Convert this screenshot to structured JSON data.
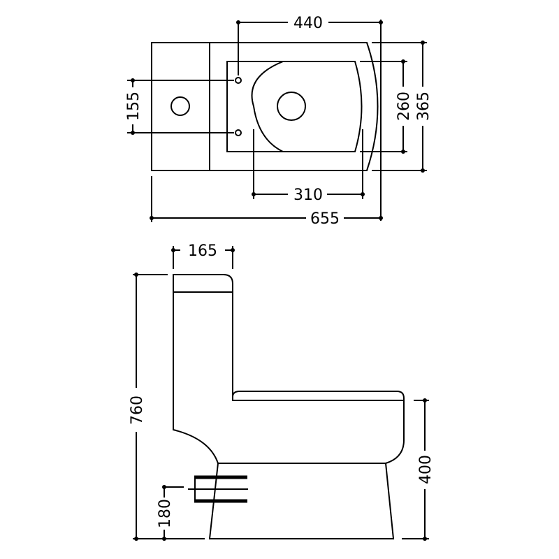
{
  "title": "One-piece toilet dimension drawing",
  "top_view": {
    "dim_width_bowl": "440",
    "dim_bolt_spacing": "155",
    "dim_inner_depth": "260",
    "dim_total_depth": "365",
    "dim_seat_length": "310",
    "dim_total_length": "655"
  },
  "side_view": {
    "dim_tank_depth": "165",
    "dim_total_height": "760",
    "dim_seat_height": "400",
    "dim_outlet_height": "180"
  },
  "colors": {
    "line": "#000000",
    "background": "#ffffff"
  }
}
